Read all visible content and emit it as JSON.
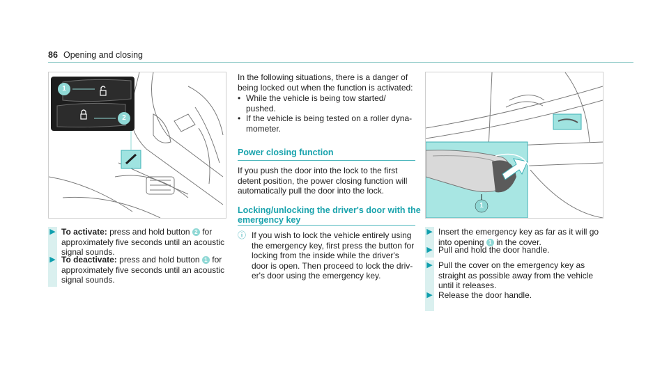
{
  "header": {
    "page_number": "86",
    "title": "Opening and closing"
  },
  "figure1": {
    "callout1": "1",
    "callout2": "2"
  },
  "figure2": {
    "callout1": "1"
  },
  "col1": {
    "step1": {
      "bold": "To activate:",
      "a": " press and hold button ",
      "btn": "2",
      "b": " for",
      "line2": "approximately five seconds until an acoustic",
      "line3": "signal sounds."
    },
    "step2": {
      "bold": "To deactivate:",
      "a": " press and hold button ",
      "btn": "1",
      "b": " for",
      "line2": "approximately five seconds until an acoustic",
      "line3": "signal sounds."
    }
  },
  "col2": {
    "intro_lines": [
      "In the following situations, there is a danger of",
      "being locked out when the function is activated:"
    ],
    "bullets": [
      [
        "While the vehicle is being tow started/",
        "pushed."
      ],
      [
        "If the vehicle is being tested on a roller dyna-",
        "mometer."
      ]
    ],
    "section1": "Power closing function",
    "para_lines": [
      "If you push the door into the lock to the first",
      "detent position, the power closing function will",
      "automatically pull the door into the lock."
    ],
    "section2_lines": [
      "Locking/unlocking the driver's door with the",
      "emergency key"
    ],
    "note_lines": [
      "If you wish to lock the vehicle entirely using",
      "the emergency key, first press the button for",
      "locking from the inside while the driver's",
      "door is open. Then proceed to lock the driv-",
      "er's door using the emergency key."
    ]
  },
  "col3": {
    "step1": {
      "a": "Insert the emergency key as far as it will go",
      "b": "into opening ",
      "btn": "1",
      "c": " in the cover."
    },
    "step2": "Pull and hold the door handle.",
    "step3": [
      "Pull the cover on the emergency key as",
      "straight as possible away from the vehicle",
      "until it releases."
    ],
    "step4": "Release the door handle."
  },
  "colors": {
    "accent": "#1aa3ad",
    "step_bar": "#daf0ef",
    "highlight": "#9fe3e0",
    "dark_panel": "#1d1d1d"
  }
}
